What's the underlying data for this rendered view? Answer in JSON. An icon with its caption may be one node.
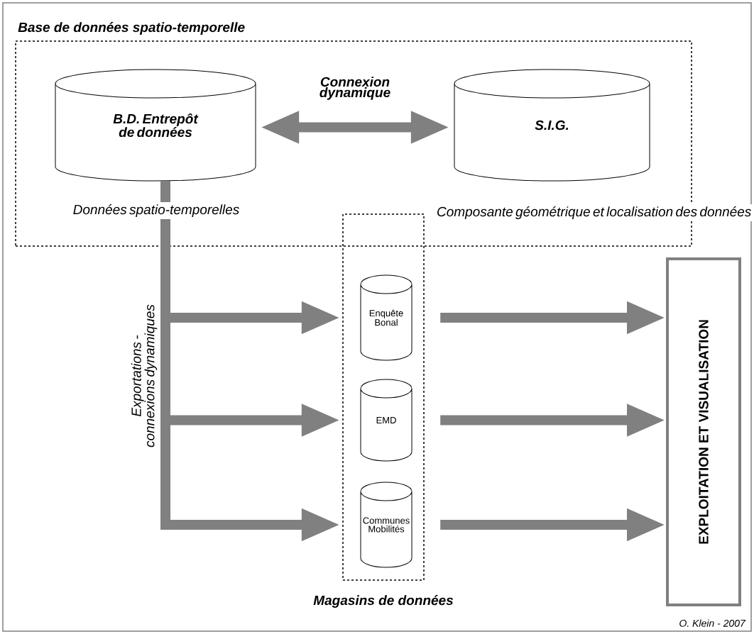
{
  "diagram": {
    "nodes": [
      {
        "text": [
          "Base de données spatio-temporelle"
        ]
      },
      {
        "text": [
          "B.D. Entrepôt de données"
        ],
        "beside": [
          "Données spatio-temporelles"
        ],
        "in": 0
      },
      {
        "text": [
          "S.I.G."
        ],
        "beside": [
          "Composante géométrique et localisation des données"
        ],
        "in": 0
      },
      {
        "text": [
          "Magasins de données"
        ]
      },
      {
        "text": [
          "Enquête Bonal"
        ],
        "in": 3
      },
      {
        "text": [
          "EMD"
        ],
        "in": 3
      },
      {
        "text": [
          "Communes Mobilités"
        ],
        "in": 3
      },
      {
        "text": [
          "EXPLOITATION ET VISUALISATION"
        ]
      }
    ],
    "edges": [
      {
        "from": 1,
        "to": 2,
        "arrow": "both",
        "label": "Connexion dynamique"
      },
      {
        "from": 1,
        "to": 4,
        "arrow": "to"
      },
      {
        "from": 1,
        "to": 5,
        "arrow": "to"
      },
      {
        "from": 1,
        "to": 6,
        "arrow": "to"
      },
      {
        "from": 4,
        "to": 7,
        "arrow": "to"
      },
      {
        "from": 5,
        "to": 7,
        "arrow": "to"
      },
      {
        "from": 6,
        "to": 7,
        "arrow": "to"
      }
    ],
    "labels": [
      "Exportations - connexions dynamiques",
      "O. Klein - 2007"
    ]
  }
}
